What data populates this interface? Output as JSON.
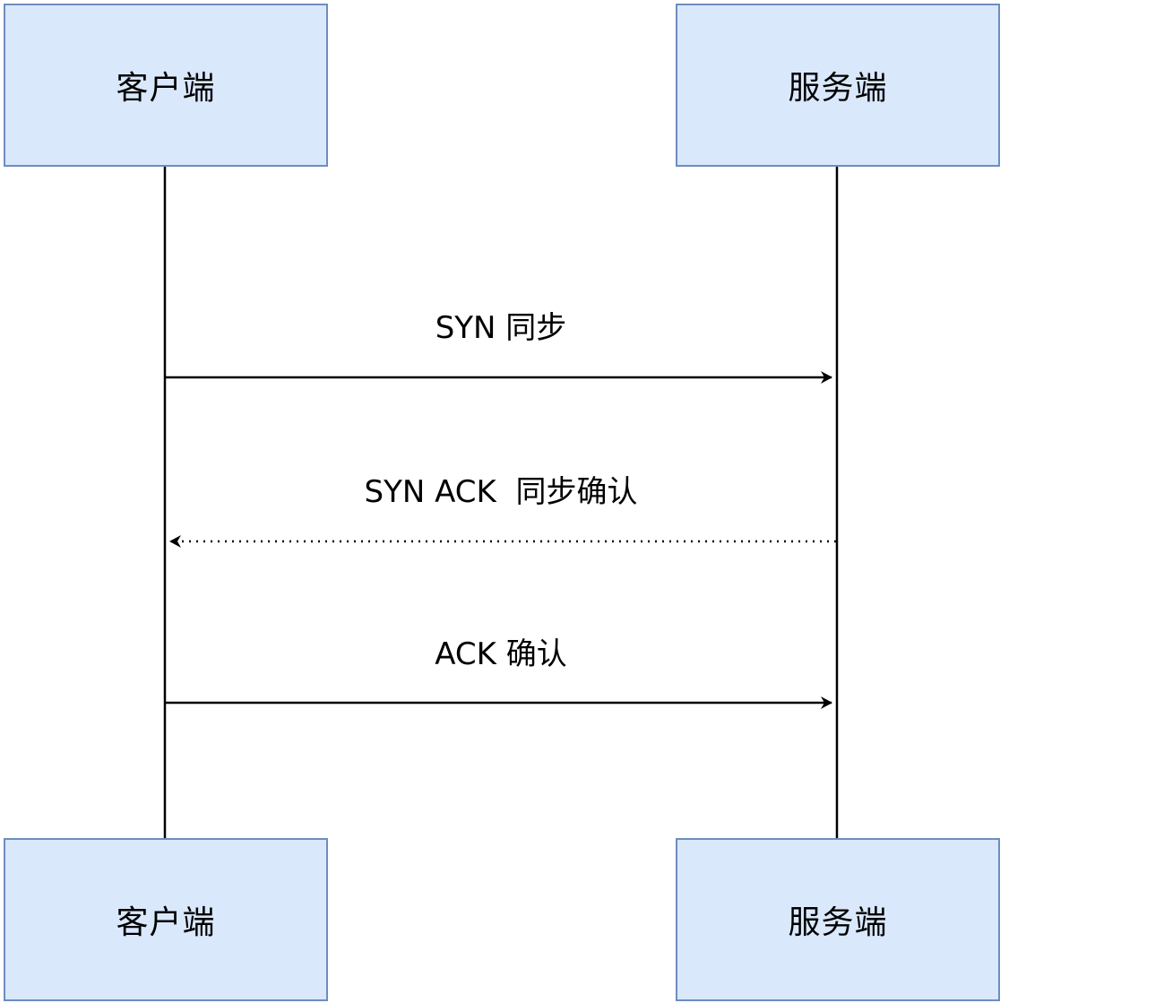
{
  "actors": {
    "client": {
      "label": "客户端"
    },
    "server": {
      "label": "服务端"
    }
  },
  "messages": [
    {
      "label": "SYN 同步",
      "from": "client",
      "to": "server",
      "style": "solid"
    },
    {
      "label": "SYN ACK  同步确认",
      "from": "server",
      "to": "client",
      "style": "dotted"
    },
    {
      "label": "ACK 确认",
      "from": "client",
      "to": "server",
      "style": "solid"
    }
  ],
  "colors": {
    "box_fill": "#dae8fc",
    "box_border": "#6c8ebf",
    "line": "#000000"
  }
}
